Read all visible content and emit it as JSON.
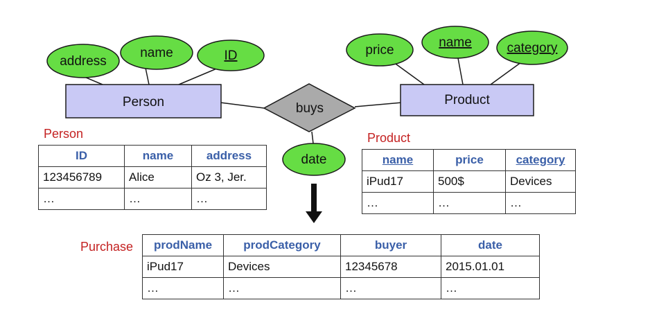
{
  "er": {
    "person": {
      "entity": "Person",
      "attributes": [
        {
          "label": "address",
          "key": false
        },
        {
          "label": "name",
          "key": false
        },
        {
          "label": "ID",
          "key": true
        }
      ]
    },
    "relationship": {
      "label": "buys",
      "attribute": "date"
    },
    "product": {
      "entity": "Product",
      "attributes": [
        {
          "label": "price",
          "key": false
        },
        {
          "label": "name",
          "key": true
        },
        {
          "label": "category",
          "key": true
        }
      ]
    }
  },
  "tables": {
    "person": {
      "title": "Person",
      "columns": [
        {
          "label": "ID",
          "key": false
        },
        {
          "label": "name",
          "key": false
        },
        {
          "label": "address",
          "key": false
        }
      ],
      "rows": [
        [
          "123456789",
          "Alice",
          "Oz 3, Jer."
        ],
        [
          "…",
          "…",
          "…"
        ]
      ]
    },
    "product": {
      "title": "Product",
      "columns": [
        {
          "label": "name",
          "key": true
        },
        {
          "label": "price",
          "key": false
        },
        {
          "label": "category",
          "key": true
        }
      ],
      "rows": [
        [
          "iPud17",
          "500$",
          "Devices"
        ],
        [
          "…",
          "…",
          "…"
        ]
      ]
    },
    "purchase": {
      "title": "Purchase",
      "columns": [
        {
          "label": "prodName",
          "key": false
        },
        {
          "label": "prodCategory",
          "key": false
        },
        {
          "label": "buyer",
          "key": false
        },
        {
          "label": "date",
          "key": false
        }
      ],
      "rows": [
        [
          "iPud17",
          "Devices",
          "12345678",
          "2015.01.01"
        ],
        [
          "…",
          "…",
          "…",
          "…"
        ]
      ]
    }
  },
  "colors": {
    "attribute_fill": "#66dd44",
    "entity_fill": "#c9c9f5",
    "relationship_fill": "#aaaaaa",
    "table_title": "#c42222",
    "table_header": "#3a5fa8"
  }
}
